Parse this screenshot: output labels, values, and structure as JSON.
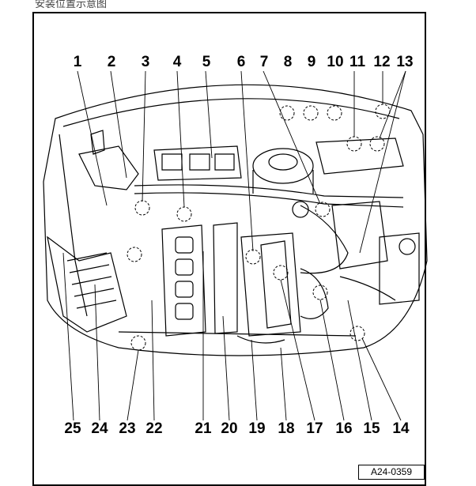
{
  "caption": "安装位置示意图",
  "diagram_id": "A24-0359",
  "callouts_top": [
    "1",
    "2",
    "3",
    "4",
    "5",
    "6",
    "7",
    "8",
    "9",
    "10",
    "11",
    "12",
    "13"
  ],
  "callouts_bottom": [
    "25",
    "24",
    "23",
    "22",
    "21",
    "20",
    "19",
    "18",
    "17",
    "16",
    "15",
    "14"
  ]
}
